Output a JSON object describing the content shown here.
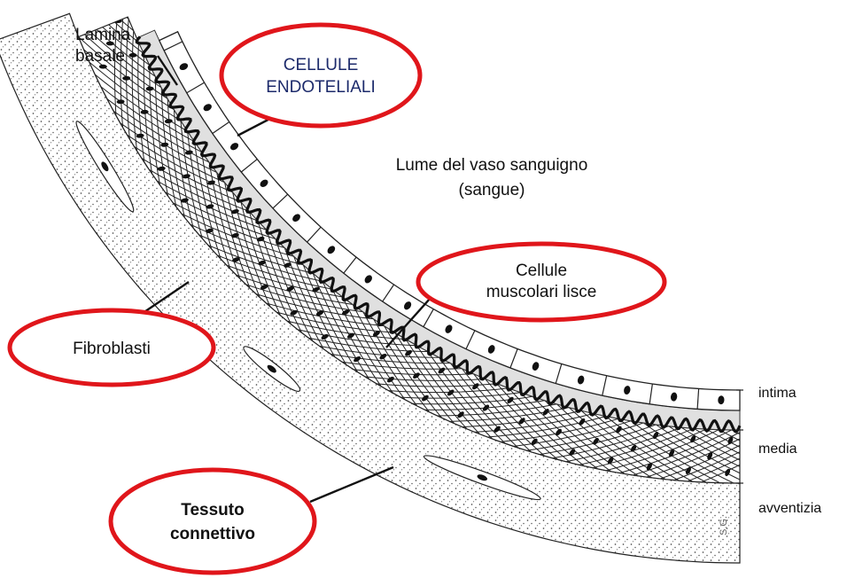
{
  "labels": {
    "lamina_basale": [
      "Lamina",
      "basale"
    ],
    "cellule_endoteliali": [
      "CELLULE",
      "ENDOTELIALI"
    ],
    "lume": [
      "Lume del vaso sanguigno",
      "(sangue)"
    ],
    "cellule_muscolari": [
      "Cellule",
      "muscolari lisce"
    ],
    "fibroblasti": "Fibroblasti",
    "tessuto_connettivo": [
      "Tessuto",
      "connettivo"
    ],
    "intima": "intima",
    "media": "media",
    "avventizia": "avventizia",
    "signature": "S.G."
  },
  "colors": {
    "callout_border": "#e0161b",
    "endothelial_text": "#1c2a6b",
    "ink": "#111111",
    "intima_fill": "#e2e2e2",
    "adventitia_dots": "#555555"
  }
}
